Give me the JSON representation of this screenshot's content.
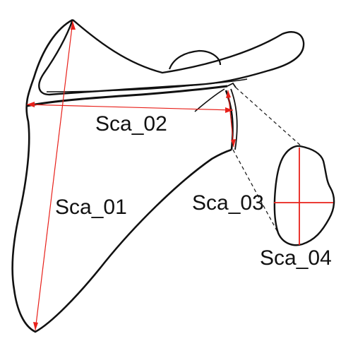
{
  "labels": {
    "sca_01": "Sca_01",
    "sca_02": "Sca_02",
    "sca_03": "Sca_03",
    "sca_04": "Sca_04"
  },
  "colors": {
    "outline": "#111111",
    "measure_line": "#e8201a",
    "dashed": "#222222",
    "background": "#ffffff"
  }
}
